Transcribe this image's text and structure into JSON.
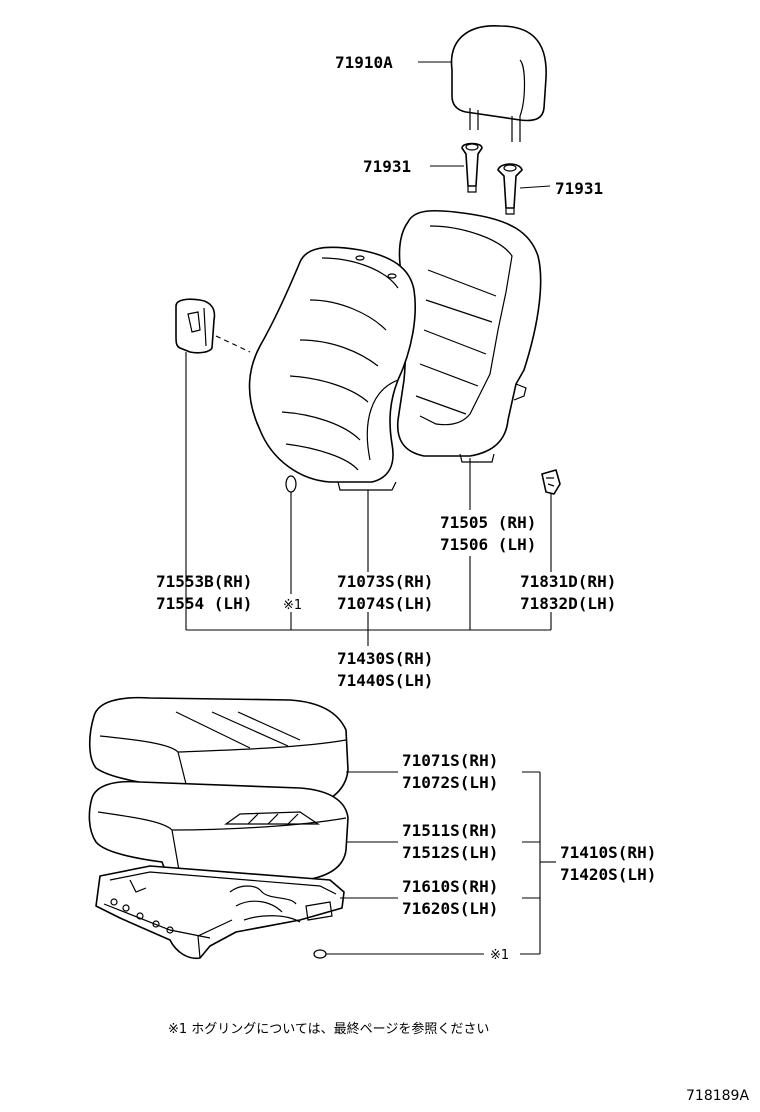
{
  "parts": {
    "headrest": "71910A",
    "support_left": "71931",
    "support_right": "71931",
    "back_pad": "71505 (RH)",
    "back_pad_lh": "71506 (LH)",
    "hinge_cover": "71553B(RH)",
    "hinge_cover_lh": "71554 (LH)",
    "back_cover": "71073S(RH)",
    "back_cover_lh": "71074S(LH)",
    "clip_part": "71831D(RH)",
    "clip_part_lh": "71832D(LH)",
    "back_assy": "71430S(RH)",
    "back_assy_lh": "71440S(LH)",
    "cushion_cover": "71071S(RH)",
    "cushion_cover_lh": "71072S(LH)",
    "cushion_pad": "71511S(RH)",
    "cushion_pad_lh": "71512S(LH)",
    "frame": "71610S(RH)",
    "frame_lh": "71620S(LH)",
    "cushion_assy": "71410S(RH)",
    "cushion_assy_lh": "71420S(LH)",
    "ring_mark_back": "※1",
    "ring_mark_cushion": "※1"
  },
  "footnote": "※1  ホグリングについては、最終ページを参照ください",
  "diagram_code": "718189A"
}
